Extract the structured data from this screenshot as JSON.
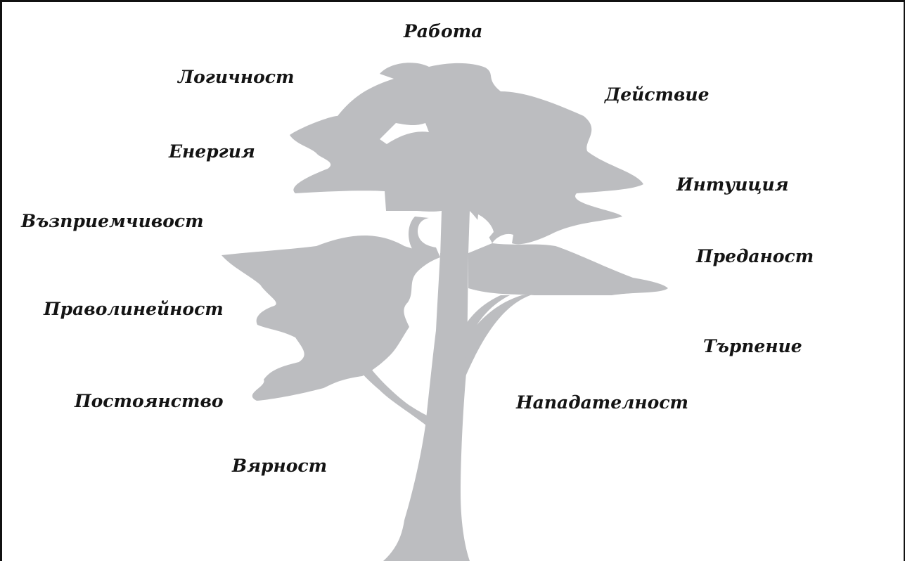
{
  "tree": {
    "fill": "#bcbdc0",
    "icon": "tree-silhouette-icon"
  },
  "text_color": "#141414",
  "border_color": "#111111",
  "words": {
    "rabota": "Работа",
    "logichnost": "Логичност",
    "deystvie": "Действие",
    "energiya": "Енергия",
    "intuitsiya": "Интуиция",
    "vazpriemchivost": "Възприемчивост",
    "predanost": "Преданост",
    "pravolineynost": "Праволинейност",
    "tarpenie": "Търпение",
    "postoyanstvo": "Постоянство",
    "napadatelnost": "Нападателност",
    "varnost": "Вярност"
  }
}
